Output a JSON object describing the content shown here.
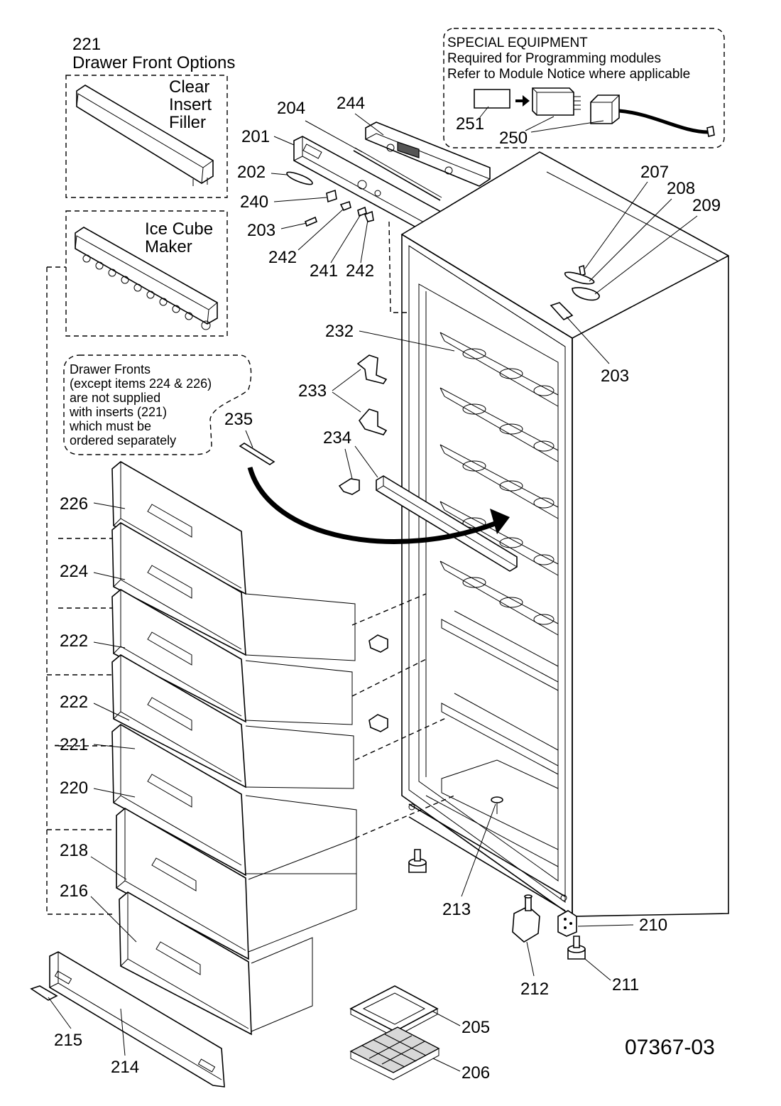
{
  "figure_code": "07367-03",
  "drawer_front_options": {
    "number": "221",
    "title": "Drawer Front Options",
    "clear_insert": [
      "Clear",
      "Insert",
      "Filler"
    ],
    "ice_cube": [
      "Ice Cube",
      "Maker"
    ]
  },
  "special_equipment": {
    "title": "SPECIAL   EQUIPMENT",
    "line1": "Required  for  Programming modules",
    "line2": "Refer to Module Notice where applicable"
  },
  "note": {
    "lines": [
      "Drawer Fronts",
      "(except items 224 & 226)",
      "are not supplied",
      "with inserts (221)",
      "which must be",
      "ordered separately"
    ]
  },
  "callouts": {
    "c201": "201",
    "c202": "202",
    "c203a": "203",
    "c203b": "203",
    "c204": "204",
    "c205": "205",
    "c206": "206",
    "c207": "207",
    "c208": "208",
    "c209": "209",
    "c210": "210",
    "c211": "211",
    "c212": "212",
    "c213": "213",
    "c214": "214",
    "c215": "215",
    "c216": "216",
    "c218": "218",
    "c220": "220",
    "c221": "-221",
    "c222a": "222",
    "c222b": "222",
    "c224": "224",
    "c226": "226",
    "c232": "232",
    "c233": "233",
    "c234": "234",
    "c235": "235",
    "c240": "240",
    "c241": "241",
    "c242a": "242",
    "c242b": "242",
    "c244": "244",
    "c250": "250",
    "c251": "251"
  }
}
